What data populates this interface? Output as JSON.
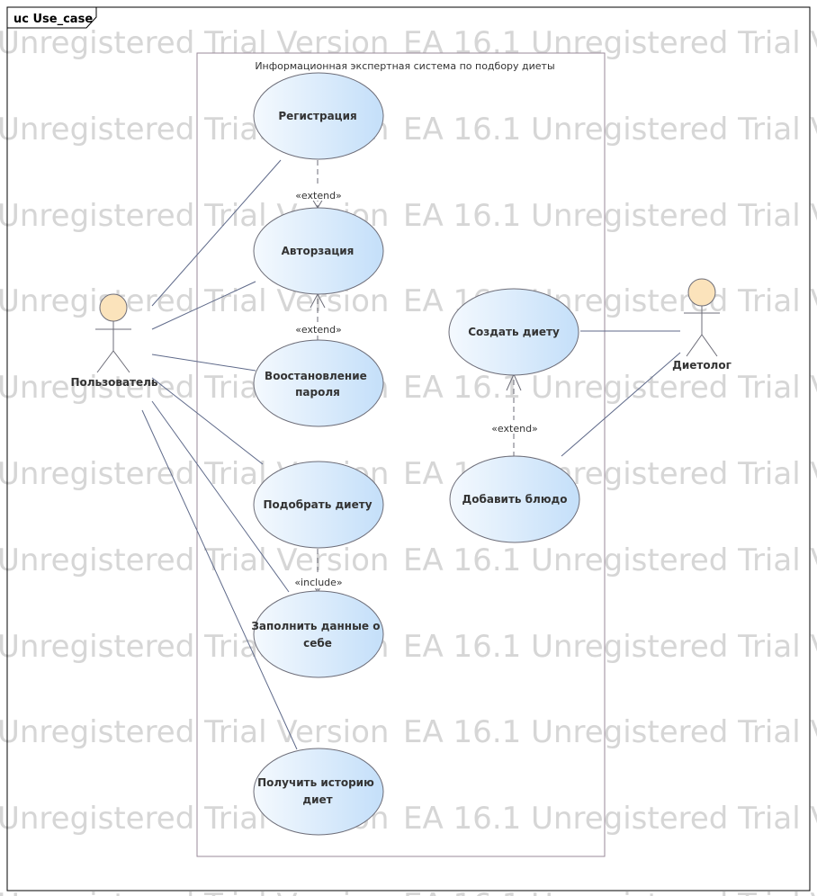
{
  "frame_title": "uc Use_case",
  "watermark": {
    "text1": "Unregistered Trial Version",
    "text2": "EA 16.1 Unregistered Trial Version"
  },
  "system_boundary": {
    "label": "Информационная экспертная система по подбору диеты"
  },
  "actors": {
    "user": {
      "name": "Пользователь"
    },
    "dietitian": {
      "name": "Диетолог"
    }
  },
  "use_cases": {
    "registration": {
      "lines": [
        "Регистрация"
      ]
    },
    "authorization": {
      "lines": [
        "Авторзация"
      ]
    },
    "password_recovery": {
      "lines": [
        "Воостановление",
        "пароля"
      ]
    },
    "pick_diet": {
      "lines": [
        "Подобрать диету"
      ]
    },
    "fill_data": {
      "lines": [
        "Заполнить данные о",
        "себе"
      ]
    },
    "diet_history": {
      "lines": [
        "Получить историю",
        "диет"
      ]
    },
    "create_diet": {
      "lines": [
        "Создать диету"
      ]
    },
    "add_dish": {
      "lines": [
        "Добавить блюдо"
      ]
    }
  },
  "relations": {
    "extend_registration": "«extend»",
    "extend_password": "«extend»",
    "include_fill_data": "«include»",
    "extend_add_dish": "«extend»"
  },
  "colors": {
    "usecase_fill_start": "#f4f9fe",
    "usecase_fill_end": "#c4dff9",
    "actor_head": "#fbe3bb",
    "outline": "#6d6d78",
    "boundary": "#9a8a9a",
    "watermark": "#d6d6d6"
  }
}
